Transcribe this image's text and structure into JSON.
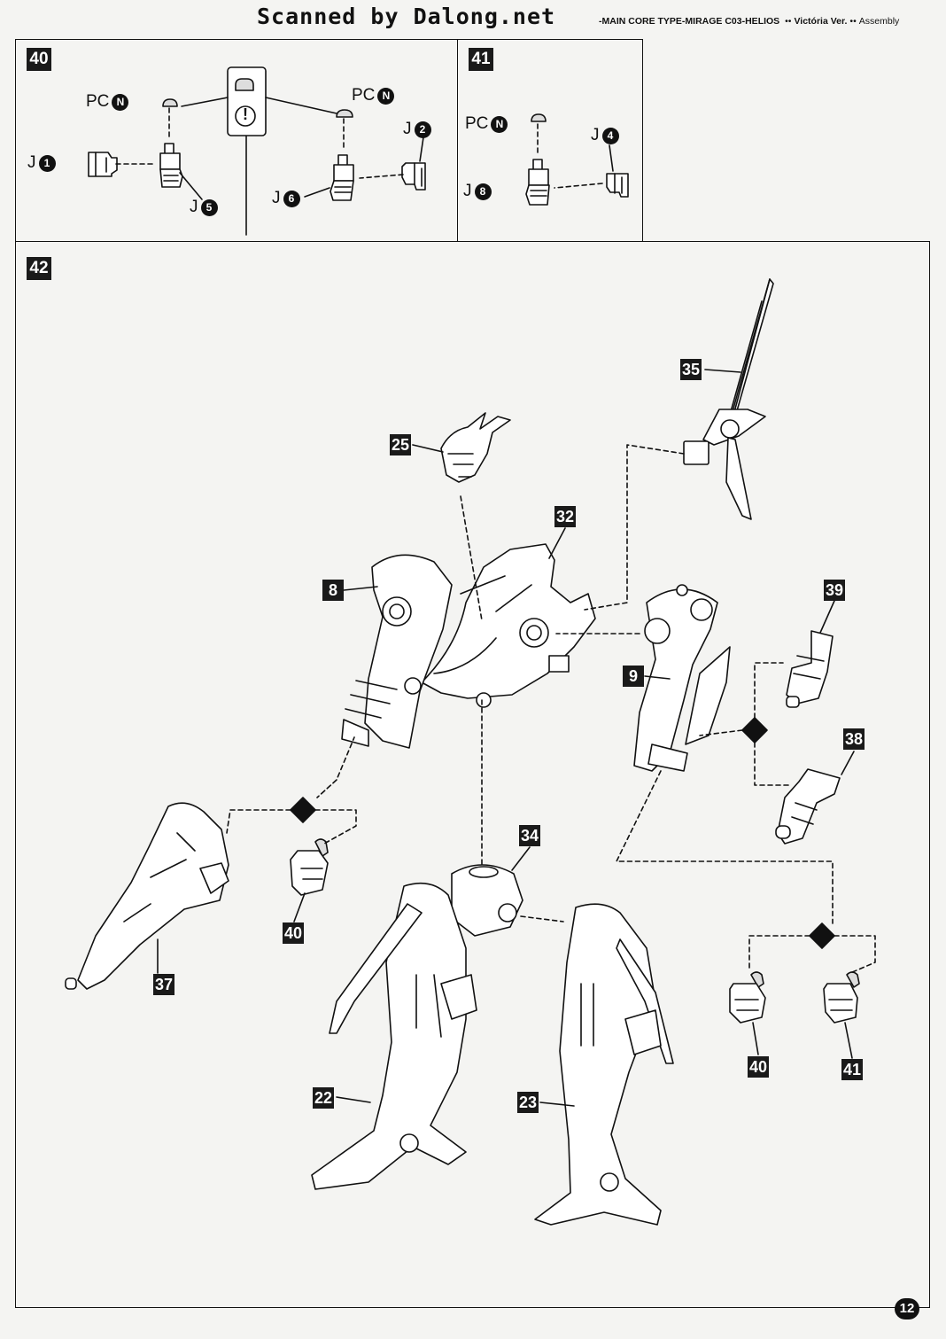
{
  "header": {
    "scan_credit": "Scanned by Dalong.net",
    "series": "-MAIN CORE TYPE-MIRAGE",
    "model": "C03-HELIOS",
    "edition": "Victória Ver.",
    "section": "Assembly"
  },
  "steps": {
    "s40": {
      "number": "40",
      "labels": {
        "pc_left": "PC",
        "pc_left_code": "N",
        "pc_right": "PC",
        "pc_right_code": "N",
        "j1": "J",
        "j1_code": "1",
        "j5": "J",
        "j5_code": "5",
        "j2": "J",
        "j2_code": "2",
        "j6": "J",
        "j6_code": "6"
      },
      "caution": "!"
    },
    "s41": {
      "number": "41",
      "labels": {
        "pc": "PC",
        "pc_code": "N",
        "j4": "J",
        "j4_code": "4",
        "j8": "J",
        "j8_code": "8"
      }
    },
    "s42": {
      "number": "42",
      "callouts": [
        "35",
        "25",
        "32",
        "8",
        "9",
        "39",
        "38",
        "34",
        "37",
        "40",
        "22",
        "23",
        "40",
        "41"
      ]
    }
  },
  "page_number": "12"
}
